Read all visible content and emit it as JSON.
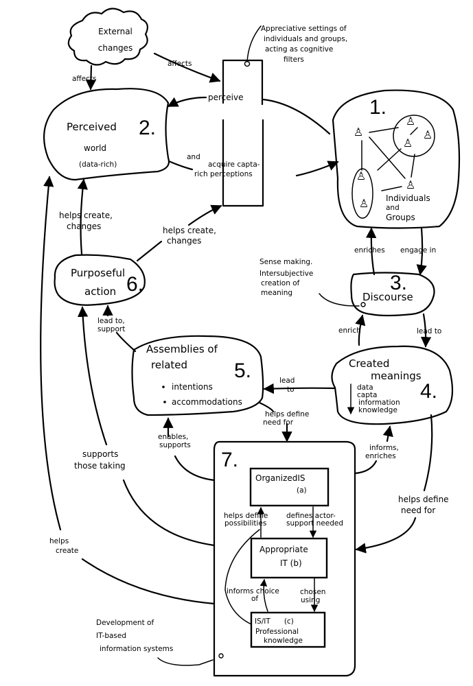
{
  "diagram": {
    "nodes": {
      "external": {
        "lines": [
          "External",
          "changes"
        ]
      },
      "filter_note": {
        "lines": [
          "Appreciative settings of",
          "individuals and groups,",
          "acting as cognitive",
          "filters"
        ]
      },
      "n1": {
        "number": "1.",
        "lines": [
          "Individuals",
          "and",
          "Groups"
        ]
      },
      "n2": {
        "number": "2.",
        "lines": [
          "Perceived",
          "world",
          "(data-rich)"
        ]
      },
      "n3": {
        "number": "3.",
        "lines": [
          "Discourse"
        ]
      },
      "n3_note": {
        "lines": [
          "Sense making.",
          "Intersubjective",
          "creation of",
          "meaning"
        ]
      },
      "n4": {
        "number": "4.",
        "lines": [
          "Created",
          "meanings"
        ],
        "hierarchy": [
          "data",
          "capta",
          "information",
          "knowledge"
        ]
      },
      "n5": {
        "number": "5.",
        "lines": [
          "Assemblies of",
          "related"
        ],
        "bullets": [
          "intentions",
          "accommodations"
        ]
      },
      "n6": {
        "number": "6.",
        "lines": [
          "Purposeful",
          "action"
        ]
      },
      "n7": {
        "number": "7."
      },
      "n7a": {
        "lines": [
          "OrganizedIS",
          "(a)"
        ]
      },
      "n7b": {
        "lines": [
          "Appropriate",
          "IT (b)"
        ]
      },
      "n7c": {
        "lines": [
          "IS/IT      (c)",
          "Professional",
          "knowledge"
        ]
      },
      "dev_note": {
        "lines": [
          "Development of",
          "IT-based",
          "information systems"
        ]
      }
    },
    "edges": {
      "affects_top": "affects",
      "affects_left": "affects",
      "perceive": "perceive",
      "acquire": [
        "and",
        "acquire capta-",
        "rich   perceptions"
      ],
      "helps_create_changes_left": [
        "helps create,",
        "changes"
      ],
      "helps_create_changes_mid": [
        "helps create,",
        "changes"
      ],
      "enriches": "enriches",
      "engage_in": "engage in",
      "enrich": "enrich",
      "lead_to_3_4": "lead to",
      "lead_to_4_5": [
        "lead",
        "to"
      ],
      "lead_to_support": [
        "lead to,",
        "support"
      ],
      "helps_define_need_5": [
        "helps define",
        "need for"
      ],
      "enables_supports": [
        "enables,",
        "supports"
      ],
      "informs_enriches": [
        "informs,",
        "enriches"
      ],
      "helps_define_need_4": [
        "helps define",
        "need for"
      ],
      "supports_those_taking": [
        "supports",
        "those taking"
      ],
      "helps_create_bottom": [
        "helps",
        "create"
      ],
      "helps_define_possibilities": [
        "helps define",
        "possibilities"
      ],
      "defines_actor_support": [
        "defines actor-",
        "support needed"
      ],
      "informs_choice": [
        "informs choice",
        "of"
      ],
      "chosen_using": [
        "chosen",
        "using"
      ]
    }
  }
}
